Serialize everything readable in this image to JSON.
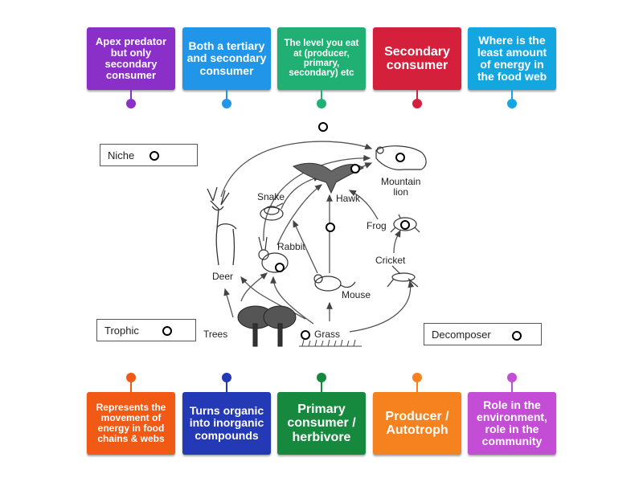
{
  "top_tiles": [
    {
      "text": "Apex predator but only secondary consumer",
      "color": "#8b2fc9"
    },
    {
      "text": "Both a tertiary and secondary consumer",
      "color": "#2196e8"
    },
    {
      "text": "The level you eat at (producer, primary, secondary) etc",
      "color": "#20b074"
    },
    {
      "text": "Secondary consumer",
      "color": "#d5203c"
    },
    {
      "text": "Where is the least amount of energy in the food web",
      "color": "#14a6e0"
    }
  ],
  "bottom_tiles": [
    {
      "text": "Represents the movement of energy in food chains & webs",
      "color": "#f05a14"
    },
    {
      "text": "Turns organic into inorganic compounds",
      "color": "#2339b6"
    },
    {
      "text": "Primary consumer / herbivore",
      "color": "#17893f"
    },
    {
      "text": "Producer / Autotroph",
      "color": "#f5821f"
    },
    {
      "text": "Role in the environment, role in the community",
      "color": "#c44dd6"
    }
  ],
  "labels": {
    "niche": "Niche",
    "trophic": "Trophic",
    "decomposer": "Decomposer"
  },
  "diagram": {
    "mountain_lion": "Mountain\nlion",
    "hawk": "Hawk",
    "snake": "Snake",
    "frog": "Frog",
    "rabbit": "Rabbit",
    "cricket": "Cricket",
    "deer": "Deer",
    "mouse": "Mouse",
    "trees": "Trees",
    "grass": "Grass"
  }
}
